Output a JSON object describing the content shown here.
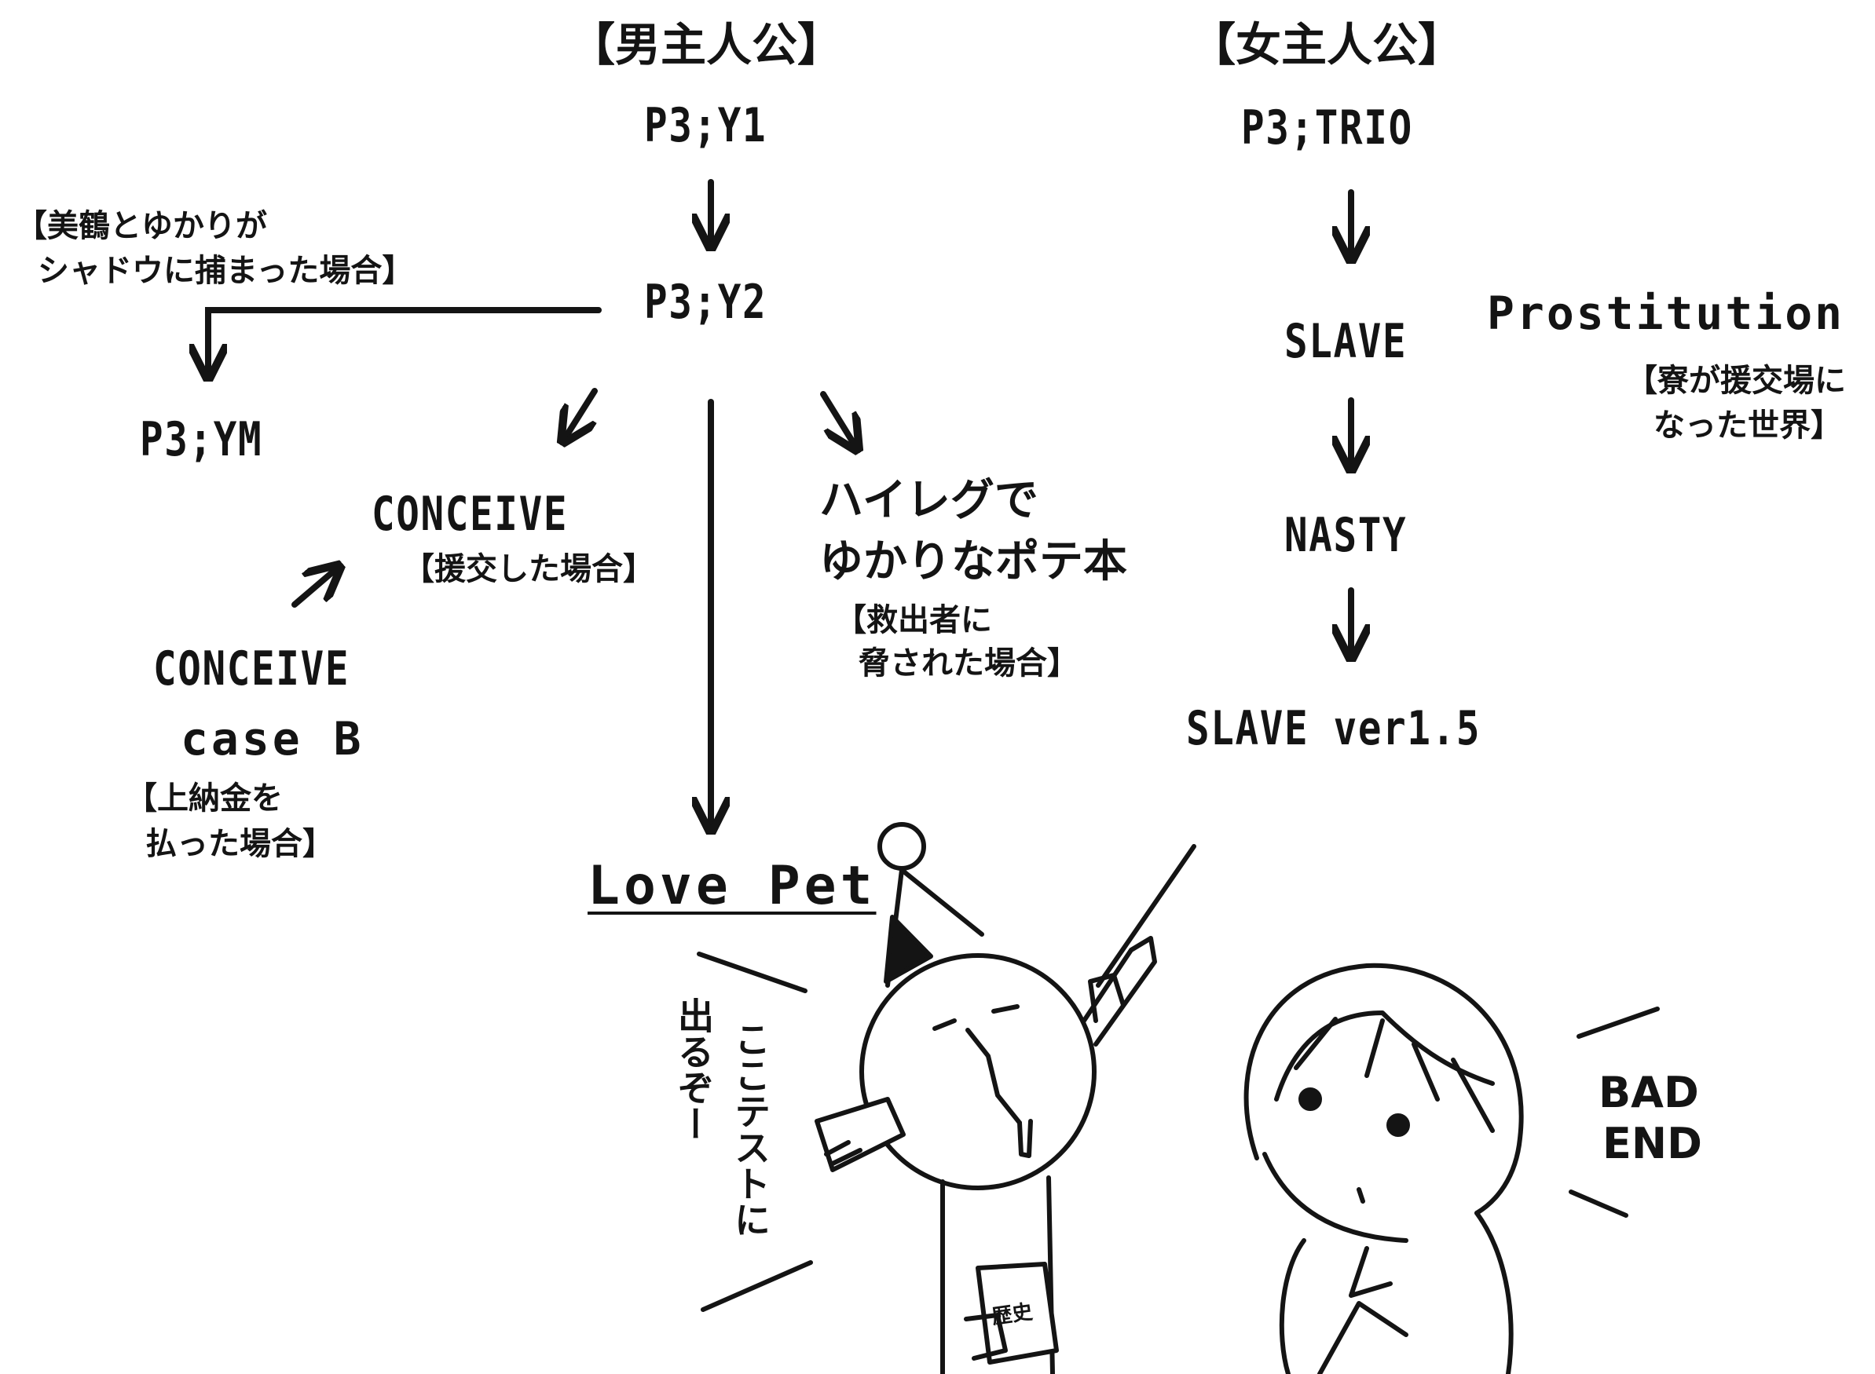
{
  "headers": {
    "male": "【男主人公】",
    "female": "【女主人公】"
  },
  "nodes": {
    "y1": "P3;Y1",
    "y2": "P3;Y2",
    "ym": "P3;YM",
    "conceive": "CONCEIVE",
    "conceive_b_line1": "CONCEIVE",
    "conceive_b_line2": "case B",
    "highleg_line1": "ハイレグで",
    "highleg_line2": "ゆかりなポテ本",
    "love_pet": "Love Pet",
    "trio": "P3;TRIO",
    "slave": "SLAVE",
    "nasty": "NASTY",
    "slave15": "SLAVE ver1.5",
    "prostitution": "Prostitution"
  },
  "notes": {
    "shadow_line1": "【美鶴とゆかりが",
    "shadow_line2": "シャドウに捕まった場合】",
    "conceive": "【援交した場合】",
    "conceive_b_line1": "【上納金を",
    "conceive_b_line2": "払った場合】",
    "highleg_line1": "【救出者に",
    "highleg_line2": "脅された場合】",
    "prostitution_line1": "【寮が援交場に",
    "prostitution_line2": "なった世界】"
  },
  "illustration": {
    "speech_left": [
      "ここテストに",
      "出るぞー"
    ],
    "book_label": "歴史",
    "speech_right": [
      "BAD",
      "END"
    ]
  }
}
